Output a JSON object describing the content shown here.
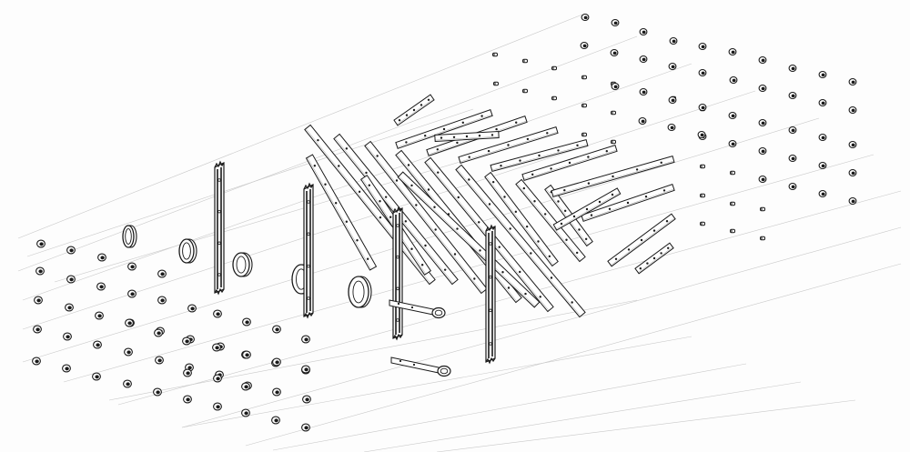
{
  "drawing": {
    "style": "pen-and-ink exploded isometric construction drawing",
    "ink": "#1a1a1a",
    "construction_line_color": "#c9c9c9",
    "paper": "#fdfdfd"
  },
  "components": {
    "bolts_left_grid": {
      "icon": "bolt-icon"
    },
    "bolts_right_grid": {
      "icon": "bolt-icon"
    },
    "pins": {
      "icon": "pin-icon"
    },
    "diagonal_battens": {
      "icon": "batten-icon"
    },
    "cross_battens": {
      "icon": "batten-icon"
    },
    "uprights": {
      "icon": "upright-post-icon",
      "count": 4
    },
    "washers": {
      "icon": "ring-washer-icon",
      "count": 5
    },
    "brackets": {
      "icon": "spoon-bracket-icon",
      "count": 2
    }
  }
}
